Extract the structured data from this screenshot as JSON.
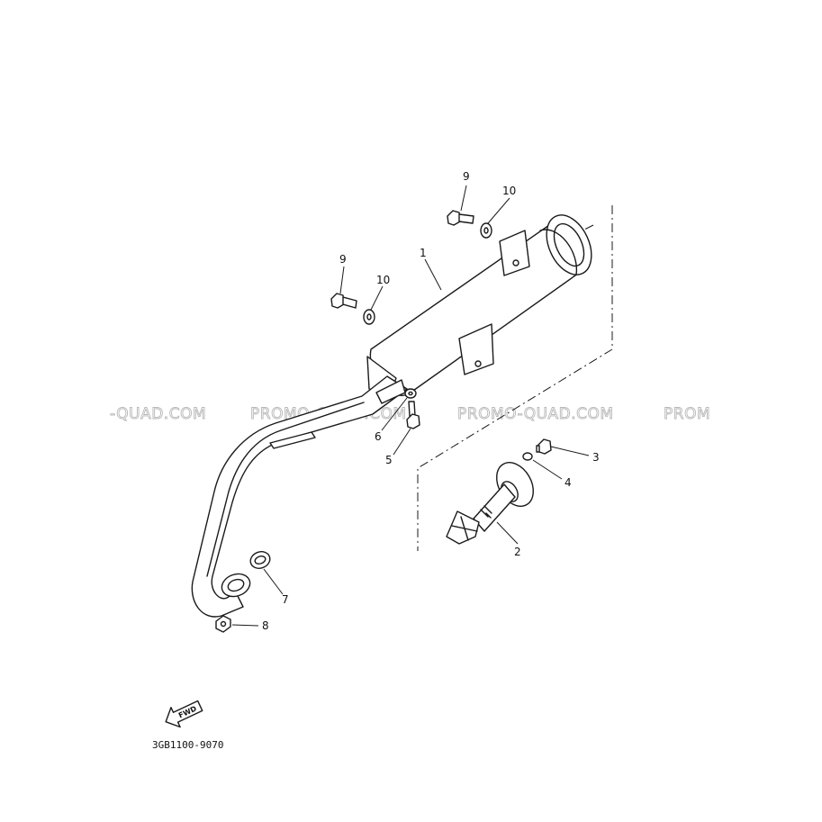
{
  "diagram": {
    "drawing_code": "3GB1100-9070",
    "direction_marker": "FWD",
    "watermark": {
      "text_1": "PROMO-QUAD.COM",
      "text_left_fragment": "-QUAD.COM",
      "text_right_fragment": "PROM"
    },
    "callouts": [
      {
        "id": "c1",
        "label": "1"
      },
      {
        "id": "c2",
        "label": "2"
      },
      {
        "id": "c3",
        "label": "3"
      },
      {
        "id": "c4",
        "label": "4"
      },
      {
        "id": "c5",
        "label": "5"
      },
      {
        "id": "c6",
        "label": "6"
      },
      {
        "id": "c7",
        "label": "7"
      },
      {
        "id": "c8",
        "label": "8"
      },
      {
        "id": "c9a",
        "label": "9"
      },
      {
        "id": "c9b",
        "label": "9"
      },
      {
        "id": "c10a",
        "label": "10"
      },
      {
        "id": "c10b",
        "label": "10"
      }
    ]
  }
}
